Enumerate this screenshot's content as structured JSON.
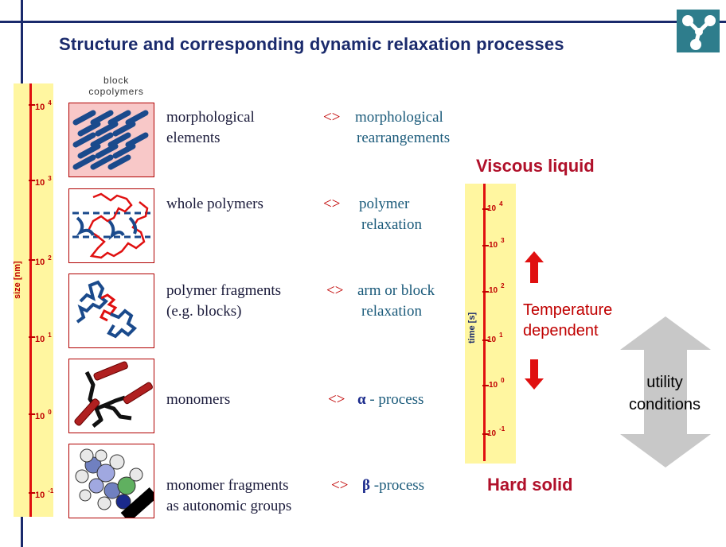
{
  "title": "Structure and corresponding dynamic relaxation processes",
  "block_label_line1": "block",
  "block_label_line2": "copolymers",
  "size_axis": {
    "label": "size [nm]",
    "base": "10",
    "exponents": [
      "4",
      "3",
      "2",
      "1",
      "0",
      "-1"
    ]
  },
  "time_axis": {
    "label": "time [s]",
    "base": "10",
    "exponents": [
      "4",
      "3",
      "2",
      "1",
      "0",
      "-1"
    ]
  },
  "rows": [
    {
      "structure_line1": "morphological",
      "structure_line2": "elements",
      "symbol": "<>",
      "process_line1": "morphological",
      "process_line2": "rearrangements"
    },
    {
      "structure_line1": "whole polymers",
      "structure_line2": "",
      "symbol": "<>",
      "process_line1": "polymer",
      "process_line2": "relaxation"
    },
    {
      "structure_line1": "polymer fragments",
      "structure_line2": "(e.g. blocks)",
      "symbol": "<>",
      "process_line1": "arm or block",
      "process_line2": "relaxation"
    },
    {
      "structure_line1": "monomers",
      "structure_line2": "",
      "symbol": "<>",
      "greek": "α",
      "process_line1": " - process",
      "process_line2": ""
    },
    {
      "structure_line1": "monomer fragments",
      "structure_line2": "as autonomic groups",
      "symbol": "<>",
      "greek": "β",
      "process_line1": " -process",
      "process_line2": ""
    }
  ],
  "viscous_liquid": "Viscous liquid",
  "hard_solid": "Hard solid",
  "temperature_line1": "Temperature",
  "temperature_line2": "dependent",
  "utility_line1": "utility",
  "utility_line2": "conditions",
  "colors": {
    "frame": "#1a2a6c",
    "axis_red": "#e01010",
    "axis_bg": "#fff6a0",
    "accent_red": "#b0102a",
    "logo": "#2e7d8c",
    "arrow_gray": "#c8c8c8"
  }
}
